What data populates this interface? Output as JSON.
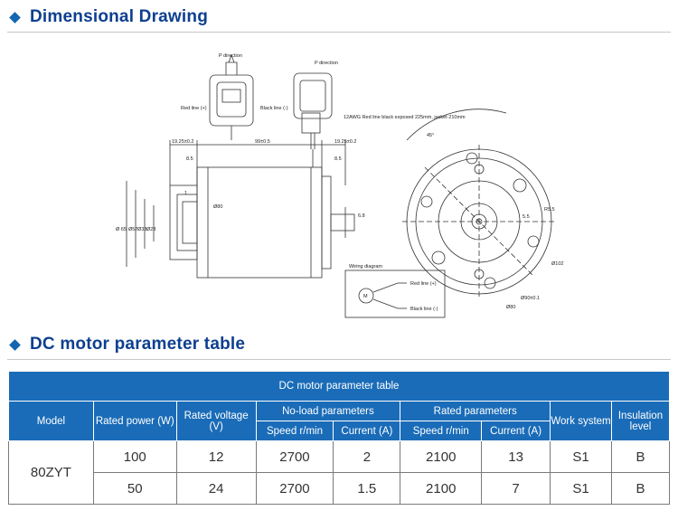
{
  "section1": {
    "title": "Dimensional Drawing"
  },
  "section2": {
    "title": "DC motor parameter table"
  },
  "drawing": {
    "p_direction_left": "P direction",
    "p_direction_right": "P direction",
    "red_line": "Red line (+)",
    "black_line": "Black line (-)",
    "cable_note": "12AWG Red line black exposed 225mm, jacket 210mm",
    "dim_top_left": "19.25±0.2",
    "dim_top_mid": "99±0.5",
    "dim_top_right": "19.25±0.2",
    "dim_8_5a": "8.5",
    "dim_8_5b": "8.5",
    "dim_1": "1",
    "dim_d80": "Ø80",
    "dim_d65": "Ø 65",
    "dim_d57": "Ø57",
    "dim_d33": "Ø33",
    "dim_d28": "Ø28",
    "dim_6_8": "6.8",
    "dim_r5_5": "R5.5",
    "dim_5_5": "5.5",
    "dim_d102": "Ø102",
    "dim_90": "Ø90±0.1",
    "dim_d80b": "Ø80",
    "dim_45": "45°",
    "wiring_title": "Wiring diagram",
    "wiring_red": "Red line (+)",
    "wiring_black": "Black line (-)",
    "wiring_m": "M"
  },
  "table": {
    "caption": "DC motor parameter table",
    "headers": {
      "model": "Model",
      "rated_power": "Rated power (W)",
      "rated_voltage": "Rated voltage (V)",
      "no_load": "No-load parameters",
      "rated_params": "Rated parameters",
      "work_system": "Work system",
      "insulation": "Insulation level",
      "speed1": "Speed r/min",
      "current1": "Current (A)",
      "speed2": "Speed r/min",
      "current2": "Current (A)"
    },
    "model": "80ZYT",
    "rows": [
      {
        "power": "100",
        "voltage": "12",
        "nl_speed": "2700",
        "nl_current": "2",
        "r_speed": "2100",
        "r_current": "13",
        "work": "S1",
        "insulation": "B"
      },
      {
        "power": "50",
        "voltage": "24",
        "nl_speed": "2700",
        "nl_current": "1.5",
        "r_speed": "2100",
        "r_current": "7",
        "work": "S1",
        "insulation": "B"
      }
    ]
  }
}
